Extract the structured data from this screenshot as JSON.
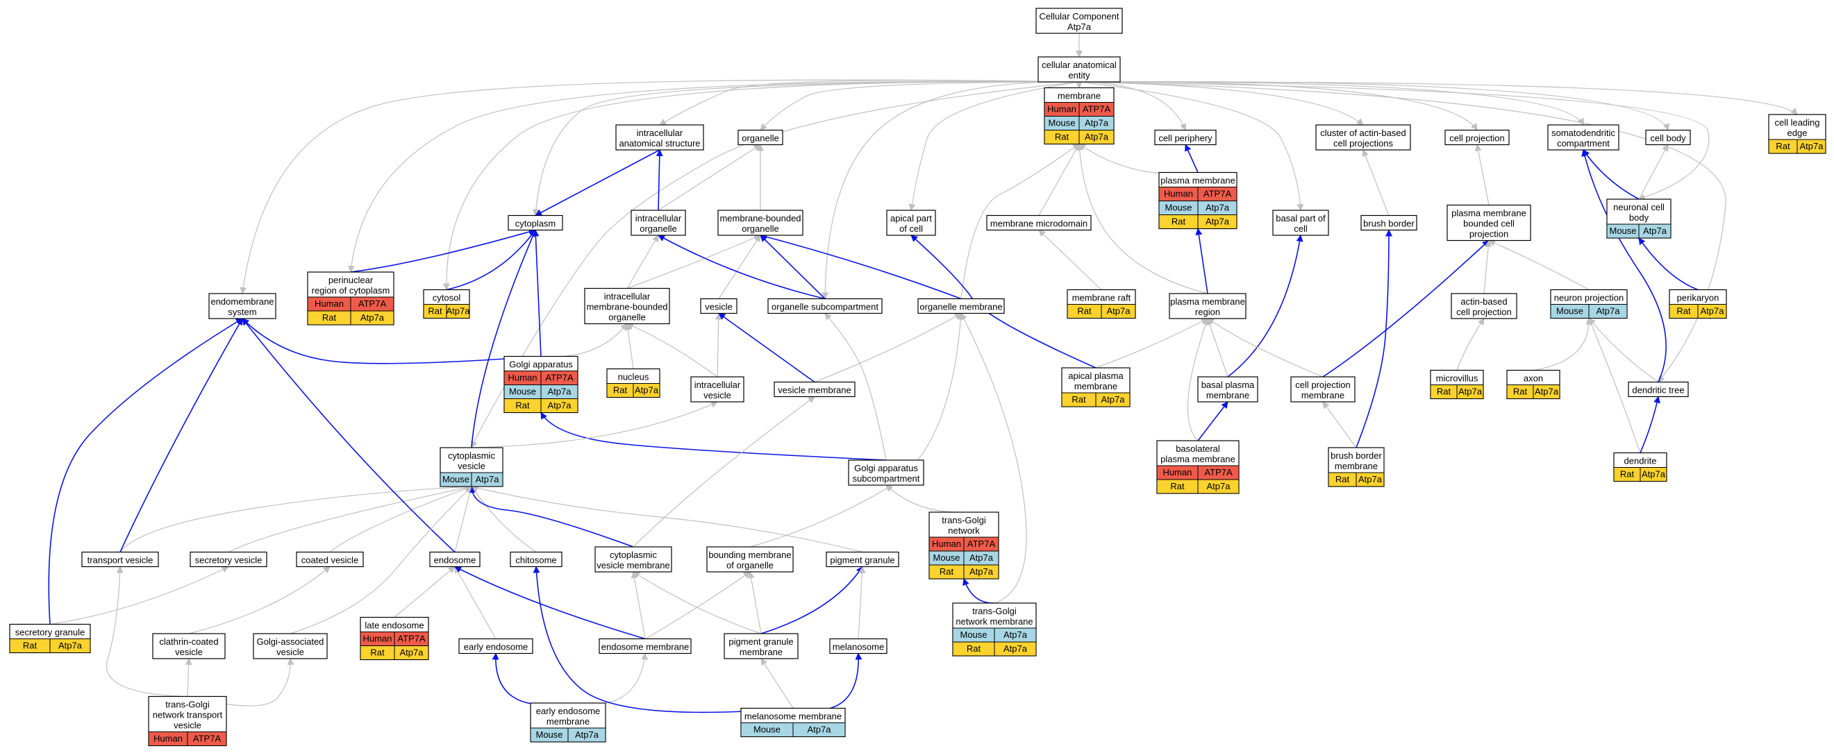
{
  "colors": {
    "human": "#ef5b4a",
    "mouse": "#a8d6e4",
    "rat": "#fcd22e",
    "isa_edge": "#c0c0c0",
    "partof_edge": "#0b14e6"
  },
  "nodes": [
    {
      "id": "root",
      "lines": [
        "Cellular Component",
        "Atp7a"
      ],
      "species": []
    },
    {
      "id": "cae",
      "lines": [
        "cellular anatomical",
        "entity"
      ],
      "species": []
    },
    {
      "id": "ias",
      "lines": [
        "intracellular",
        "anatomical structure"
      ],
      "species": []
    },
    {
      "id": "organelle",
      "lines": [
        "organelle"
      ],
      "species": []
    },
    {
      "id": "membrane",
      "lines": [
        "membrane"
      ],
      "species": [
        [
          "Human",
          "ATP7A"
        ],
        [
          "Mouse",
          "Atp7a"
        ],
        [
          "Rat",
          "Atp7a"
        ]
      ]
    },
    {
      "id": "cellperiph",
      "lines": [
        "cell periphery"
      ],
      "species": []
    },
    {
      "id": "cluster",
      "lines": [
        "cluster of actin-based",
        "cell projections"
      ],
      "species": []
    },
    {
      "id": "cellproj",
      "lines": [
        "cell projection"
      ],
      "species": []
    },
    {
      "id": "somato",
      "lines": [
        "somatodendritic",
        "compartment"
      ],
      "species": []
    },
    {
      "id": "cellbody",
      "lines": [
        "cell body"
      ],
      "species": []
    },
    {
      "id": "leading",
      "lines": [
        "cell leading",
        "edge"
      ],
      "species": [
        [
          "Rat",
          "Atp7a"
        ]
      ]
    },
    {
      "id": "cytoplasm",
      "lines": [
        "cytoplasm"
      ],
      "species": []
    },
    {
      "id": "intraorg",
      "lines": [
        "intracellular",
        "organelle"
      ],
      "species": []
    },
    {
      "id": "mbo",
      "lines": [
        "membrane-bounded",
        "organelle"
      ],
      "species": []
    },
    {
      "id": "apical",
      "lines": [
        "apical part",
        "of cell"
      ],
      "species": []
    },
    {
      "id": "microdomain",
      "lines": [
        "membrane microdomain"
      ],
      "species": []
    },
    {
      "id": "plasmamem",
      "lines": [
        "plasma membrane"
      ],
      "species": [
        [
          "Human",
          "ATP7A"
        ],
        [
          "Mouse",
          "Atp7a"
        ],
        [
          "Rat",
          "Atp7a"
        ]
      ]
    },
    {
      "id": "basalpart",
      "lines": [
        "basal part of",
        "cell"
      ],
      "species": []
    },
    {
      "id": "brush",
      "lines": [
        "brush border"
      ],
      "species": []
    },
    {
      "id": "pmbcp",
      "lines": [
        "plasma membrane",
        "bounded cell",
        "projection"
      ],
      "species": []
    },
    {
      "id": "neuronbody",
      "lines": [
        "neuronal cell",
        "body"
      ],
      "species": [
        [
          "Mouse",
          "Atp7a"
        ]
      ]
    },
    {
      "id": "endomem",
      "lines": [
        "endomembrane",
        "system"
      ],
      "species": []
    },
    {
      "id": "perinuclear",
      "lines": [
        "perinuclear",
        "region of cytoplasm"
      ],
      "species": [
        [
          "Human",
          "ATP7A"
        ],
        [
          "Rat",
          "Atp7a"
        ]
      ]
    },
    {
      "id": "cytosol",
      "lines": [
        "cytosol"
      ],
      "species": [
        [
          "Rat",
          "Atp7a"
        ]
      ]
    },
    {
      "id": "imbo",
      "lines": [
        "intracellular",
        "membrane-bounded",
        "organelle"
      ],
      "species": []
    },
    {
      "id": "vesicle",
      "lines": [
        "vesicle"
      ],
      "species": []
    },
    {
      "id": "orgsub",
      "lines": [
        "organelle subcompartment"
      ],
      "species": []
    },
    {
      "id": "orgmem",
      "lines": [
        "organelle membrane"
      ],
      "species": []
    },
    {
      "id": "raft",
      "lines": [
        "membrane raft"
      ],
      "species": [
        [
          "Rat",
          "Atp7a"
        ]
      ]
    },
    {
      "id": "pmregion",
      "lines": [
        "plasma membrane",
        "region"
      ],
      "species": []
    },
    {
      "id": "actinproj",
      "lines": [
        "actin-based",
        "cell projection"
      ],
      "species": []
    },
    {
      "id": "neuronproj",
      "lines": [
        "neuron projection"
      ],
      "species": [
        [
          "Mouse",
          "Atp7a"
        ]
      ]
    },
    {
      "id": "perikaryon",
      "lines": [
        "perikaryon"
      ],
      "species": [
        [
          "Rat",
          "Atp7a"
        ]
      ]
    },
    {
      "id": "golgi",
      "lines": [
        "Golgi apparatus"
      ],
      "species": [
        [
          "Human",
          "ATP7A"
        ],
        [
          "Mouse",
          "Atp7a"
        ],
        [
          "Rat",
          "Atp7a"
        ]
      ]
    },
    {
      "id": "nucleus",
      "lines": [
        "nucleus"
      ],
      "species": [
        [
          "Rat",
          "Atp7a"
        ]
      ]
    },
    {
      "id": "intravesicle",
      "lines": [
        "intracellular",
        "vesicle"
      ],
      "species": []
    },
    {
      "id": "vesmem",
      "lines": [
        "vesicle membrane"
      ],
      "species": []
    },
    {
      "id": "apicalpm",
      "lines": [
        "apical plasma",
        "membrane"
      ],
      "species": [
        [
          "Rat",
          "Atp7a"
        ]
      ]
    },
    {
      "id": "basalpm",
      "lines": [
        "basal plasma",
        "membrane"
      ],
      "species": []
    },
    {
      "id": "cpm",
      "lines": [
        "cell projection",
        "membrane"
      ],
      "species": []
    },
    {
      "id": "microvillus",
      "lines": [
        "microvillus"
      ],
      "species": [
        [
          "Rat",
          "Atp7a"
        ]
      ]
    },
    {
      "id": "axon",
      "lines": [
        "axon"
      ],
      "species": [
        [
          "Rat",
          "Atp7a"
        ]
      ]
    },
    {
      "id": "dendtree",
      "lines": [
        "dendritic tree"
      ],
      "species": []
    },
    {
      "id": "cytovesicle",
      "lines": [
        "cytoplasmic",
        "vesicle"
      ],
      "species": [
        [
          "Mouse",
          "Atp7a"
        ]
      ]
    },
    {
      "id": "golgisub",
      "lines": [
        "Golgi apparatus",
        "subcompartment"
      ],
      "species": []
    },
    {
      "id": "basolateral",
      "lines": [
        "basolateral",
        "plasma membrane"
      ],
      "species": [
        [
          "Human",
          "ATP7A"
        ],
        [
          "Rat",
          "Atp7a"
        ]
      ]
    },
    {
      "id": "bbm",
      "lines": [
        "brush border",
        "membrane"
      ],
      "species": [
        [
          "Rat",
          "Atp7a"
        ]
      ]
    },
    {
      "id": "dendrite",
      "lines": [
        "dendrite"
      ],
      "species": [
        [
          "Rat",
          "Atp7a"
        ]
      ]
    },
    {
      "id": "transport",
      "lines": [
        "transport vesicle"
      ],
      "species": []
    },
    {
      "id": "secretory",
      "lines": [
        "secretory vesicle"
      ],
      "species": []
    },
    {
      "id": "coated",
      "lines": [
        "coated vesicle"
      ],
      "species": []
    },
    {
      "id": "endosome",
      "lines": [
        "endosome"
      ],
      "species": []
    },
    {
      "id": "chitosome",
      "lines": [
        "chitosome"
      ],
      "species": []
    },
    {
      "id": "cvm",
      "lines": [
        "cytoplasmic",
        "vesicle membrane"
      ],
      "species": []
    },
    {
      "id": "bmo",
      "lines": [
        "bounding membrane",
        "of organelle"
      ],
      "species": []
    },
    {
      "id": "pigment",
      "lines": [
        "pigment granule"
      ],
      "species": []
    },
    {
      "id": "tgn",
      "lines": [
        "trans-Golgi",
        "network"
      ],
      "species": [
        [
          "Human",
          "ATP7A"
        ],
        [
          "Mouse",
          "Atp7a"
        ],
        [
          "Rat",
          "Atp7a"
        ]
      ]
    },
    {
      "id": "secgran",
      "lines": [
        "secretory granule"
      ],
      "species": [
        [
          "Rat",
          "Atp7a"
        ]
      ]
    },
    {
      "id": "clathrin",
      "lines": [
        "clathrin-coated",
        "vesicle"
      ],
      "species": []
    },
    {
      "id": "golgiassoc",
      "lines": [
        "Golgi-associated",
        "vesicle"
      ],
      "species": []
    },
    {
      "id": "lateendo",
      "lines": [
        "late endosome"
      ],
      "species": [
        [
          "Human",
          "ATP7A"
        ],
        [
          "Rat",
          "Atp7a"
        ]
      ]
    },
    {
      "id": "earlyendo",
      "lines": [
        "early endosome"
      ],
      "species": []
    },
    {
      "id": "endomembrane2",
      "lines": [
        "endosome membrane"
      ],
      "species": []
    },
    {
      "id": "pgm",
      "lines": [
        "pigment granule",
        "membrane"
      ],
      "species": []
    },
    {
      "id": "melanosome",
      "lines": [
        "melanosome"
      ],
      "species": []
    },
    {
      "id": "tgnm",
      "lines": [
        "trans-Golgi",
        "network membrane"
      ],
      "species": [
        [
          "Mouse",
          "Atp7a"
        ],
        [
          "Rat",
          "Atp7a"
        ]
      ]
    },
    {
      "id": "tgntv",
      "lines": [
        "trans-Golgi",
        "network transport",
        "vesicle"
      ],
      "species": [
        [
          "Human",
          "ATP7A"
        ]
      ]
    },
    {
      "id": "eem",
      "lines": [
        "early endosome",
        "membrane"
      ],
      "species": [
        [
          "Mouse",
          "Atp7a"
        ]
      ]
    },
    {
      "id": "melmem",
      "lines": [
        "melanosome membrane"
      ],
      "species": [
        [
          "Mouse",
          "Atp7a"
        ]
      ]
    }
  ]
}
